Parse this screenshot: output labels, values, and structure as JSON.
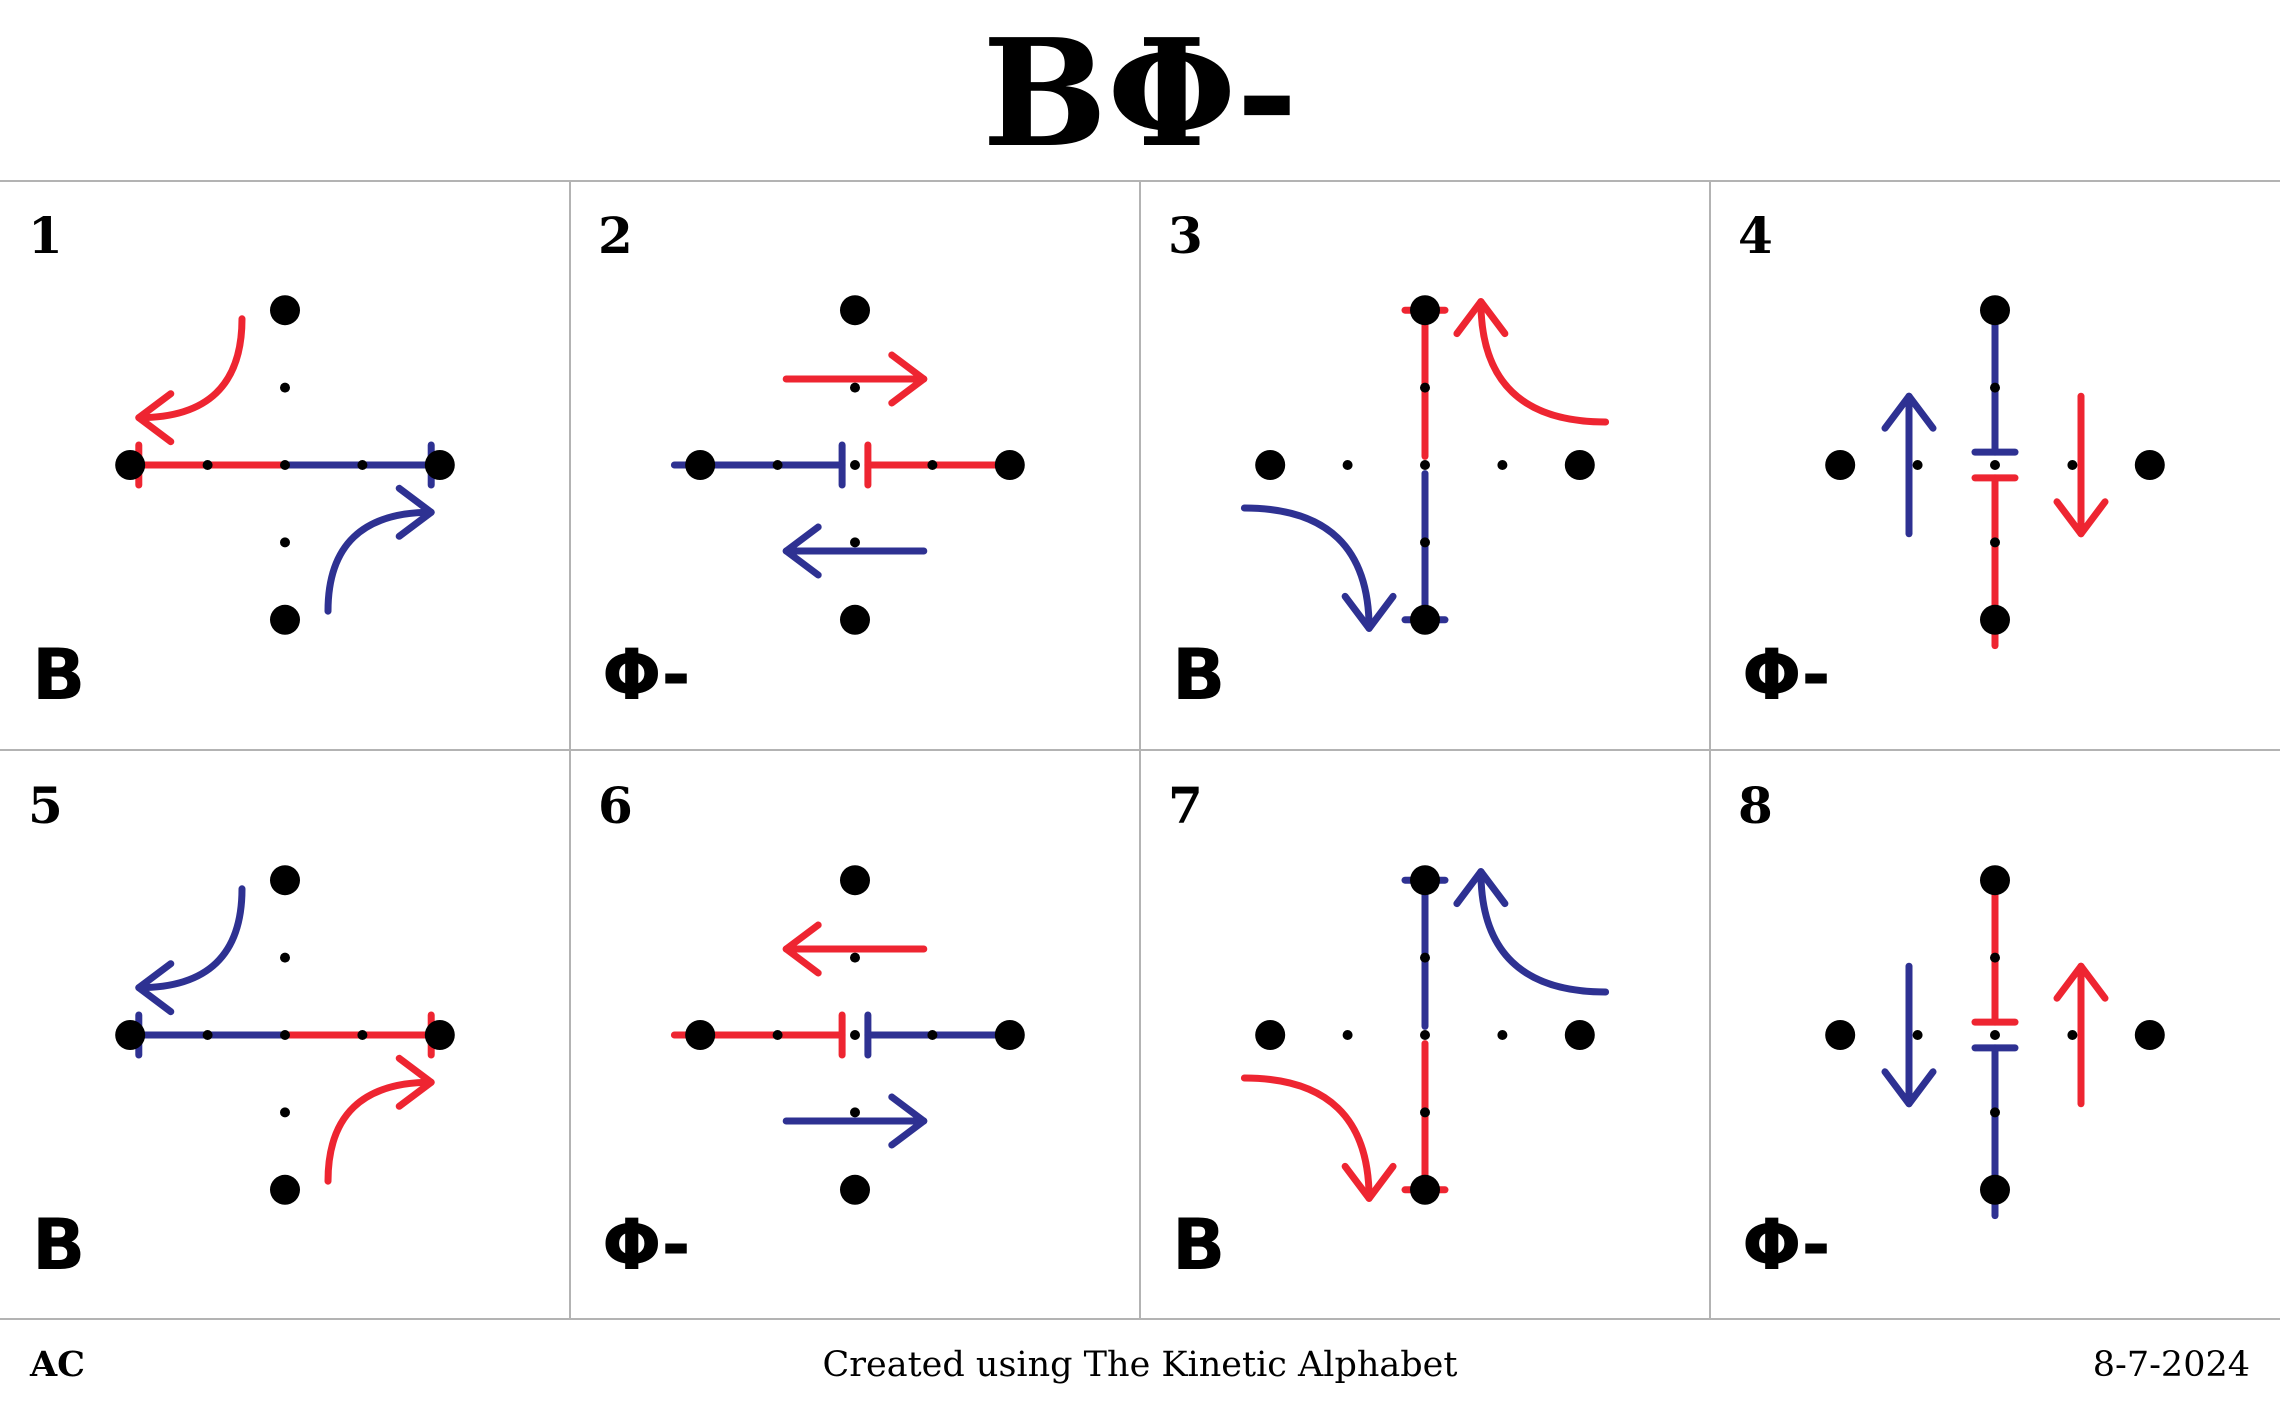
{
  "title": "BΦ-",
  "colors": {
    "red": "#ee2531",
    "blue": "#2e3192",
    "dot": "#000000",
    "grid": "#b3b3b3"
  },
  "cells": [
    {
      "number": "1",
      "label": "B",
      "elements": [
        {
          "kind": "tline",
          "color": "red",
          "from": [
            0,
            0
          ],
          "to": [
            -1.7,
            0
          ]
        },
        {
          "kind": "tline",
          "color": "blue",
          "from": [
            0,
            0
          ],
          "to": [
            1.7,
            0
          ]
        },
        {
          "kind": "hook",
          "color": "red",
          "from": [
            -0.5,
            -1.7
          ],
          "to": [
            -1.7,
            -0.55
          ],
          "corner": "br"
        },
        {
          "kind": "hook",
          "color": "blue",
          "from": [
            0.5,
            1.7
          ],
          "to": [
            1.7,
            0.55
          ],
          "corner": "tl"
        }
      ]
    },
    {
      "number": "2",
      "label": "Φ-",
      "elements": [
        {
          "kind": "tline",
          "color": "blue",
          "from": [
            -2.1,
            0
          ],
          "to": [
            -0.15,
            0
          ]
        },
        {
          "kind": "tline",
          "color": "red",
          "from": [
            1.85,
            0
          ],
          "to": [
            0.15,
            0
          ]
        },
        {
          "kind": "arrow",
          "color": "red",
          "from": [
            -0.8,
            -1
          ],
          "to": [
            0.8,
            -1
          ]
        },
        {
          "kind": "arrow",
          "color": "blue",
          "from": [
            0.8,
            1
          ],
          "to": [
            -0.8,
            1
          ]
        }
      ]
    },
    {
      "number": "3",
      "label": "B",
      "elements": [
        {
          "kind": "tline",
          "color": "red",
          "from": [
            0,
            -0.1
          ],
          "to": [
            0,
            -1.8
          ]
        },
        {
          "kind": "tline",
          "color": "blue",
          "from": [
            0,
            0.1
          ],
          "to": [
            0,
            1.8
          ]
        },
        {
          "kind": "hook",
          "color": "red",
          "from": [
            2.1,
            -0.5
          ],
          "to": [
            0.65,
            -1.9
          ],
          "corner": "bl"
        },
        {
          "kind": "hook",
          "color": "blue",
          "from": [
            -2.1,
            0.5
          ],
          "to": [
            -0.65,
            1.9
          ],
          "corner": "tr"
        }
      ]
    },
    {
      "number": "4",
      "label": "Φ-",
      "elements": [
        {
          "kind": "tline",
          "color": "blue",
          "from": [
            0,
            -1.85
          ],
          "to": [
            0,
            -0.15
          ]
        },
        {
          "kind": "tline",
          "color": "red",
          "from": [
            0,
            2.1
          ],
          "to": [
            0,
            0.15
          ]
        },
        {
          "kind": "arrow",
          "color": "blue",
          "from": [
            -1,
            0.8
          ],
          "to": [
            -1,
            -0.8
          ]
        },
        {
          "kind": "arrow",
          "color": "red",
          "from": [
            1,
            -0.8
          ],
          "to": [
            1,
            0.8
          ]
        }
      ]
    },
    {
      "number": "5",
      "label": "B",
      "elements": [
        {
          "kind": "tline",
          "color": "blue",
          "from": [
            0,
            0
          ],
          "to": [
            -1.7,
            0
          ]
        },
        {
          "kind": "tline",
          "color": "red",
          "from": [
            0,
            0
          ],
          "to": [
            1.7,
            0
          ]
        },
        {
          "kind": "hook",
          "color": "blue",
          "from": [
            -0.5,
            -1.7
          ],
          "to": [
            -1.7,
            -0.55
          ],
          "corner": "br"
        },
        {
          "kind": "hook",
          "color": "red",
          "from": [
            0.5,
            1.7
          ],
          "to": [
            1.7,
            0.55
          ],
          "corner": "tl"
        }
      ]
    },
    {
      "number": "6",
      "label": "Φ-",
      "elements": [
        {
          "kind": "tline",
          "color": "red",
          "from": [
            -2.1,
            0
          ],
          "to": [
            -0.15,
            0
          ]
        },
        {
          "kind": "tline",
          "color": "blue",
          "from": [
            1.85,
            0
          ],
          "to": [
            0.15,
            0
          ]
        },
        {
          "kind": "arrow",
          "color": "red",
          "from": [
            0.8,
            -1
          ],
          "to": [
            -0.8,
            -1
          ]
        },
        {
          "kind": "arrow",
          "color": "blue",
          "from": [
            -0.8,
            1
          ],
          "to": [
            0.8,
            1
          ]
        }
      ]
    },
    {
      "number": "7",
      "label": "B",
      "elements": [
        {
          "kind": "tline",
          "color": "blue",
          "from": [
            0,
            -0.1
          ],
          "to": [
            0,
            -1.8
          ]
        },
        {
          "kind": "tline",
          "color": "red",
          "from": [
            0,
            0.1
          ],
          "to": [
            0,
            1.8
          ]
        },
        {
          "kind": "hook",
          "color": "blue",
          "from": [
            2.1,
            -0.5
          ],
          "to": [
            0.65,
            -1.9
          ],
          "corner": "bl"
        },
        {
          "kind": "hook",
          "color": "red",
          "from": [
            -2.1,
            0.5
          ],
          "to": [
            -0.65,
            1.9
          ],
          "corner": "tr"
        }
      ]
    },
    {
      "number": "8",
      "label": "Φ-",
      "elements": [
        {
          "kind": "tline",
          "color": "red",
          "from": [
            0,
            -1.85
          ],
          "to": [
            0,
            -0.15
          ]
        },
        {
          "kind": "tline",
          "color": "blue",
          "from": [
            0,
            2.1
          ],
          "to": [
            0,
            0.15
          ]
        },
        {
          "kind": "arrow",
          "color": "blue",
          "from": [
            -1,
            -0.8
          ],
          "to": [
            -1,
            0.8
          ]
        },
        {
          "kind": "arrow",
          "color": "red",
          "from": [
            1,
            0.8
          ],
          "to": [
            1,
            -0.8
          ]
        }
      ]
    }
  ],
  "footer": {
    "left": "AC",
    "center": "Created using The Kinetic Alphabet",
    "right": "8-7-2024"
  }
}
